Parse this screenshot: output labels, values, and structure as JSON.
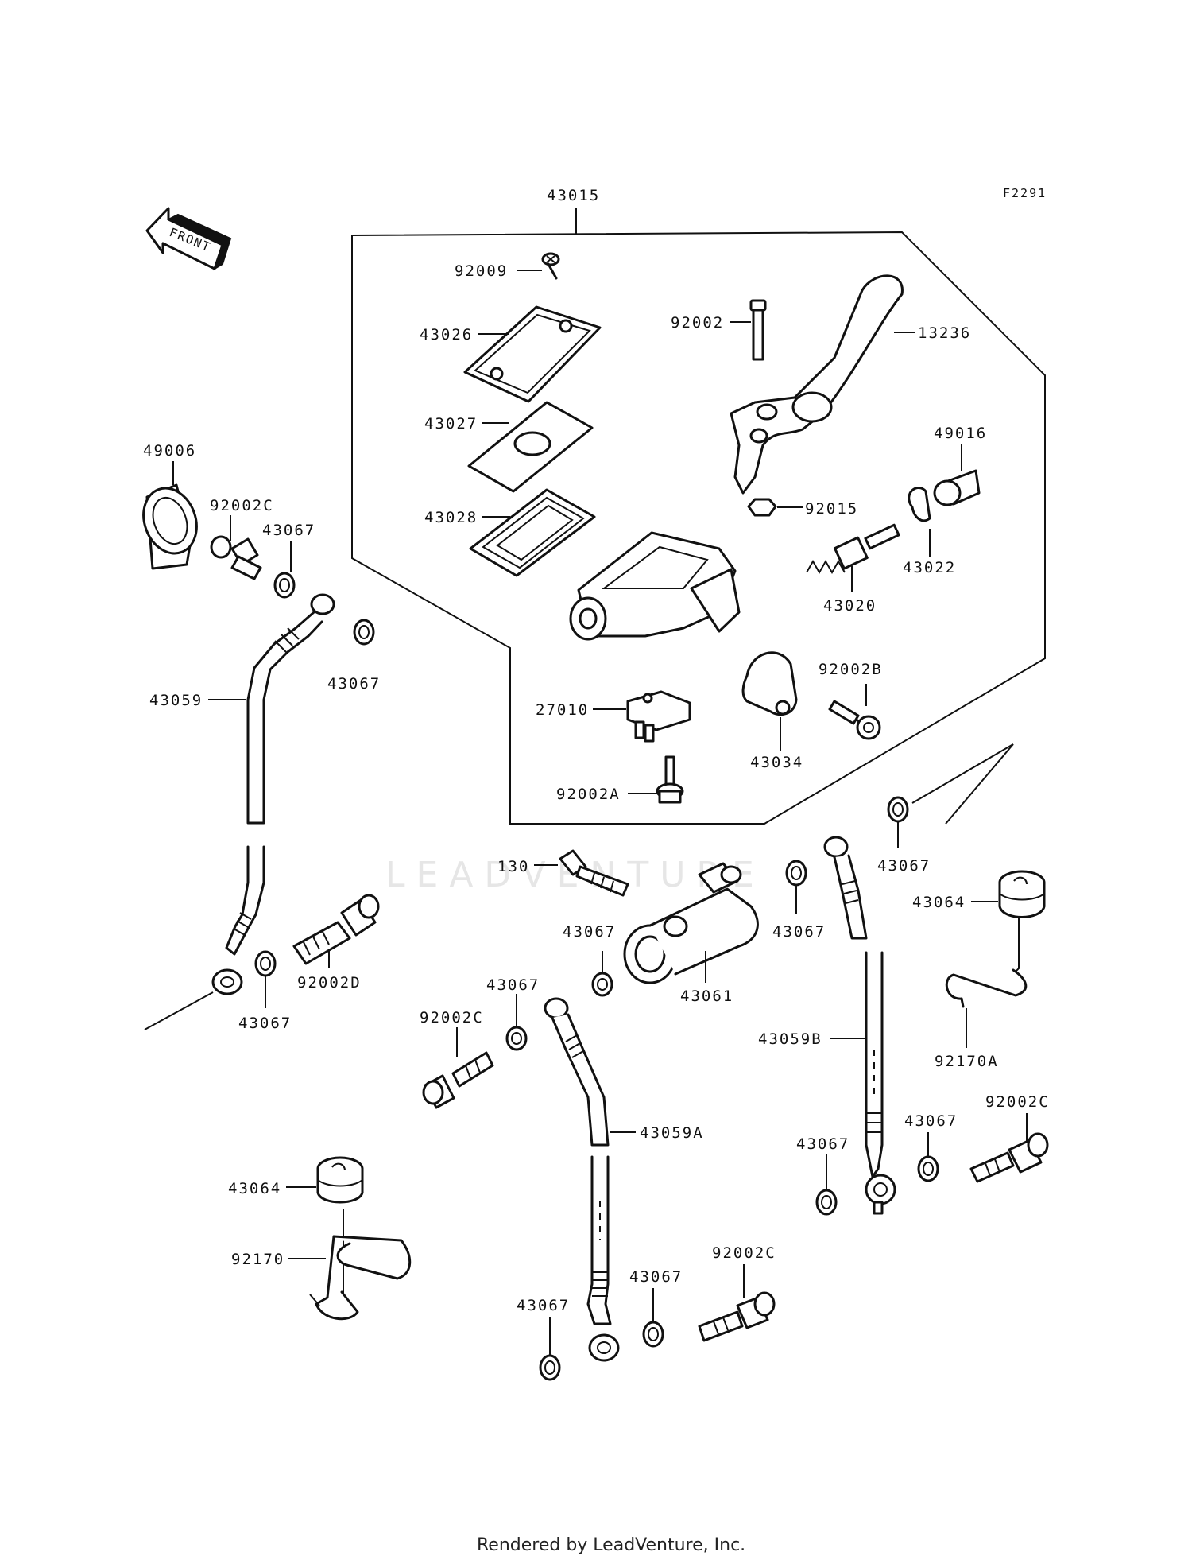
{
  "diagram": {
    "code": "F2291",
    "front_label": "FRONT",
    "watermark": "LEADVENTURE",
    "footer": "Rendered by LeadVenture, Inc."
  },
  "labels": {
    "l43015": "43015",
    "l92009": "92009",
    "l43026": "43026",
    "l92002": "92002",
    "l13236": "13236",
    "l43027": "43027",
    "l49016": "49016",
    "l49006": "49006",
    "l43028": "43028",
    "l92015": "92015",
    "l92002C_a": "92002C",
    "l43067_a": "43067",
    "l43022": "43022",
    "l43020": "43020",
    "l43067_b": "43067",
    "l92002B": "92002B",
    "l43059": "43059",
    "l27010": "27010",
    "l43034": "43034",
    "l92002A": "92002A",
    "l43067_c": "43067",
    "l130": "130",
    "l43067_d": "43067",
    "l43064_a": "43064",
    "l43067_e": "43067",
    "l92002D": "92002D",
    "l43061": "43061",
    "l43067_f": "43067",
    "l43067_g": "43067",
    "l92002C_b": "92002C",
    "l43059B": "43059B",
    "l92170A": "92170A",
    "l92002C_c": "92002C",
    "l43059A": "43059A",
    "l43067_h": "43067",
    "l43067_i": "43067",
    "l43064_b": "43064",
    "l92170": "92170",
    "l92002C_d": "92002C",
    "l43067_j": "43067",
    "l43067_k": "43067"
  }
}
